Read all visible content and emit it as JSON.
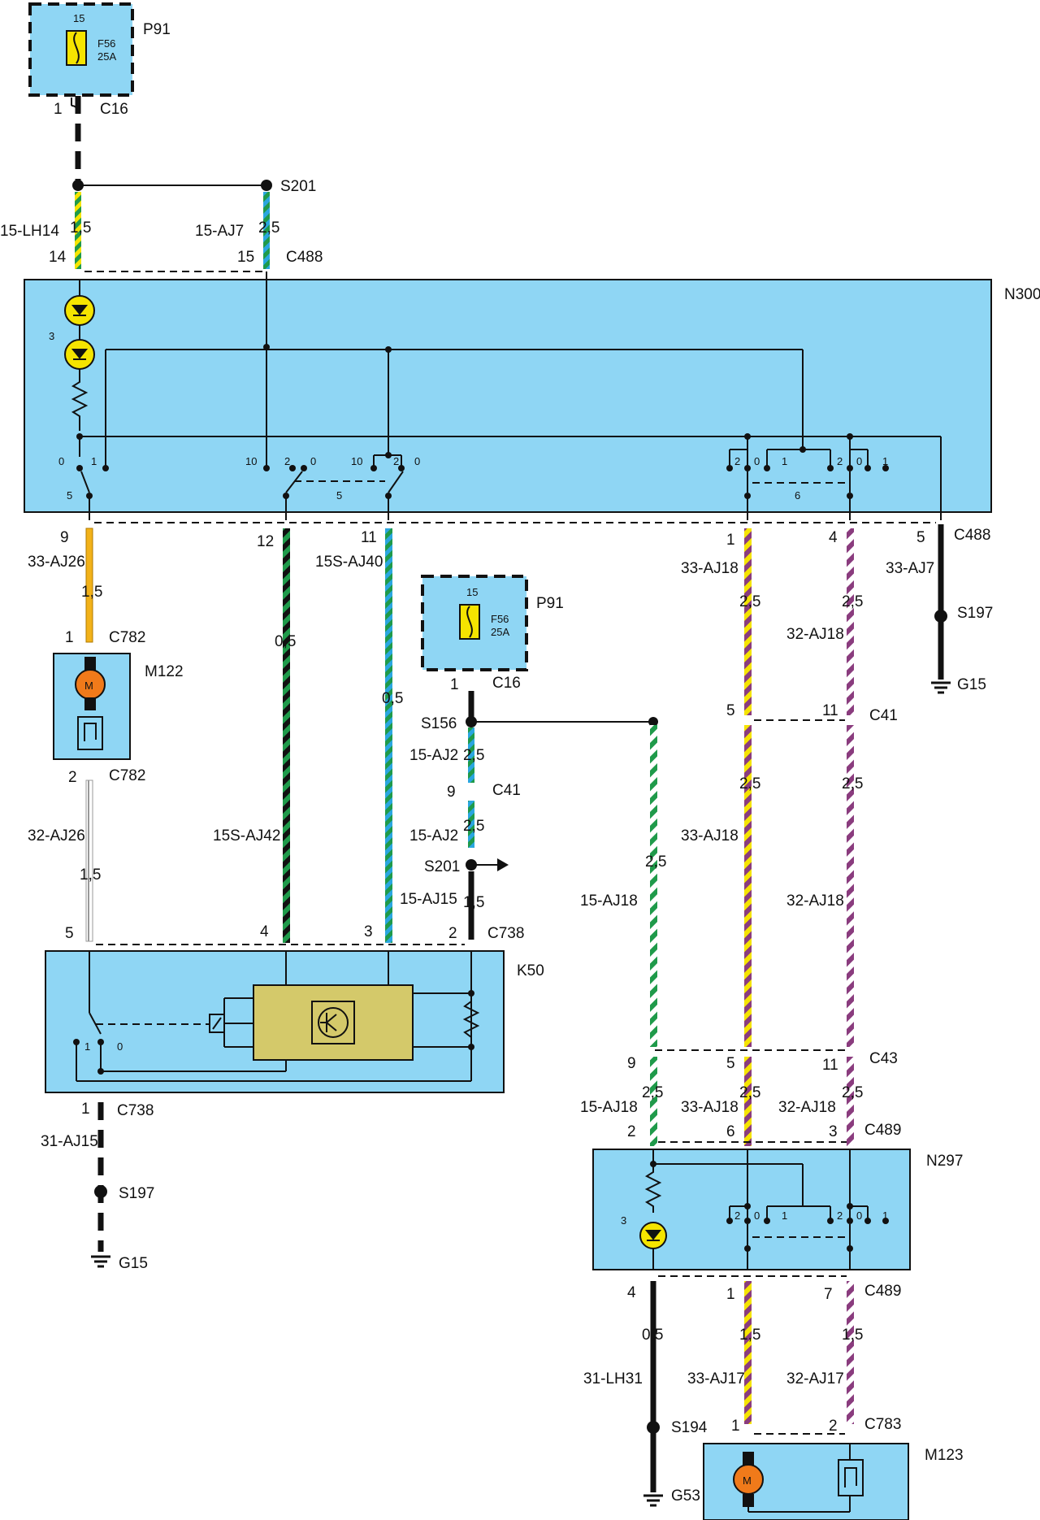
{
  "colors": {
    "module_fill": "#8fd6f4",
    "yellow": "#f5e400",
    "orange": "#f2b21a",
    "green": "#1f9a4a",
    "blue": "#2aa6e0",
    "purple": "#8a3c7e",
    "motor": "#f07a1a"
  },
  "components": {
    "p91_top": {
      "name": "P91",
      "terminal": "15",
      "fuse": "F56",
      "rating": "25A"
    },
    "p91_mid": {
      "name": "P91",
      "terminal": "15",
      "fuse": "F56",
      "rating": "25A"
    },
    "n300": {
      "name": "N300",
      "led_pin": "3",
      "sw_a_pos0": "0",
      "sw_a_pos1": "1",
      "sw_a_pin": "5",
      "sw_b_pos10a": "10",
      "sw_b_pos2a": "2",
      "sw_b_pos0a": "0",
      "sw_b_pos10b": "10",
      "sw_b_pos2b": "2",
      "sw_b_pos0b": "0",
      "sw_b_pin": "5",
      "sw_c_2a": "2",
      "sw_c_0a": "0",
      "sw_c_1": "1",
      "sw_c_2b": "2",
      "sw_c_0b": "0",
      "sw_c_1b": "1",
      "sw_c_pin": "6"
    },
    "m122": {
      "name": "M122",
      "motor": "M"
    },
    "k50": {
      "name": "K50",
      "sw_1": "1",
      "sw_0": "0"
    },
    "n297": {
      "name": "N297",
      "led_pin": "3",
      "s_2a": "2",
      "s_0a": "0",
      "s_1": "1",
      "s_2b": "2",
      "s_0b": "0",
      "s_1b": "1"
    },
    "m123": {
      "name": "M123",
      "motor": "M"
    }
  },
  "connectors": {
    "c16_top": "C16",
    "c488_top": "C488",
    "c488_bot": "C488",
    "c782_top": "C782",
    "c782_bot": "C782",
    "c16_mid": "C16",
    "c41_a": "C41",
    "c41_b": "C41",
    "c738_top": "C738",
    "c738_bot": "C738",
    "c43": "C43",
    "c489_top": "C489",
    "c489_bot": "C489",
    "c783": "C783"
  },
  "splices": {
    "s201_top": "S201",
    "s197_right": "S197",
    "s156": "S156",
    "s201_mid": "S201",
    "s197_left": "S197",
    "s194": "S194"
  },
  "grounds": {
    "g15_right": "G15",
    "g15_left": "G15",
    "g53": "G53"
  },
  "pins": {
    "p1_top": "1",
    "p14": "14",
    "p15": "15",
    "p9": "9",
    "p12": "12",
    "p11": "11",
    "p1_r": "1",
    "p4_r": "4",
    "p5_r": "5",
    "m122_p1": "1",
    "m122_p2": "2",
    "p1_mid": "1",
    "c41_9": "9",
    "c41_5": "5",
    "c41_11": "11",
    "k50_5": "5",
    "k50_4": "4",
    "k50_3": "3",
    "k50_2": "2",
    "k50_1": "1",
    "c43_9": "9",
    "c43_5": "5",
    "c43_11": "11",
    "n297_2": "2",
    "n297_6": "6",
    "n297_3": "3",
    "n297_4": "4",
    "n297_1": "1",
    "n297_7": "7",
    "m123_1": "1",
    "m123_2": "2"
  },
  "wires": {
    "w_15lh14": "15-LH14",
    "w_15lh14_g": "1,5",
    "w_15aj7": "15-AJ7",
    "w_15aj7_g": "2,5",
    "w_33aj26": "33-AJ26",
    "w_33aj26_g": "1,5",
    "w_15saj42_g": "0,5",
    "w_15saj40": "15S-AJ40",
    "w_15saj40_g": "0,5",
    "w_33aj18_a": "33-AJ18",
    "w_33aj18_a_g": "2,5",
    "w_32aj18_a_g": "2,5",
    "w_32aj18_a": "32-AJ18",
    "w_33aj7": "33-AJ7",
    "w_32aj26": "32-AJ26",
    "w_32aj26_g": "1,5",
    "w_15saj42": "15S-AJ42",
    "w_15aj2_a": "15-AJ2",
    "w_15aj2_a_g": "2,5",
    "w_15aj2_b": "15-AJ2",
    "w_15aj2_b_g": "2,5",
    "w_15aj15": "15-AJ15",
    "w_15aj15_g": "1,5",
    "w_15aj18": "15-AJ18",
    "w_15aj18_g": "2,5",
    "w_33aj18_b_g": "2,5",
    "w_32aj18_b_g": "2,5",
    "w_33aj18_b": "33-AJ18",
    "w_32aj18_b": "32-AJ18",
    "w_31aj15": "31-AJ15",
    "w_15aj18_c": "15-AJ18",
    "w_15aj18_c_g": "2,5",
    "w_33aj18_c": "33-AJ18",
    "w_33aj18_c_g": "2,5",
    "w_32aj18_c": "32-AJ18",
    "w_32aj18_c_g": "2,5",
    "w_31lh31": "31-LH31",
    "w_31lh31_g": "0,5",
    "w_33aj17": "33-AJ17",
    "w_33aj17_g": "1,5",
    "w_32aj17": "32-AJ17",
    "w_32aj17_g": "1,5"
  }
}
